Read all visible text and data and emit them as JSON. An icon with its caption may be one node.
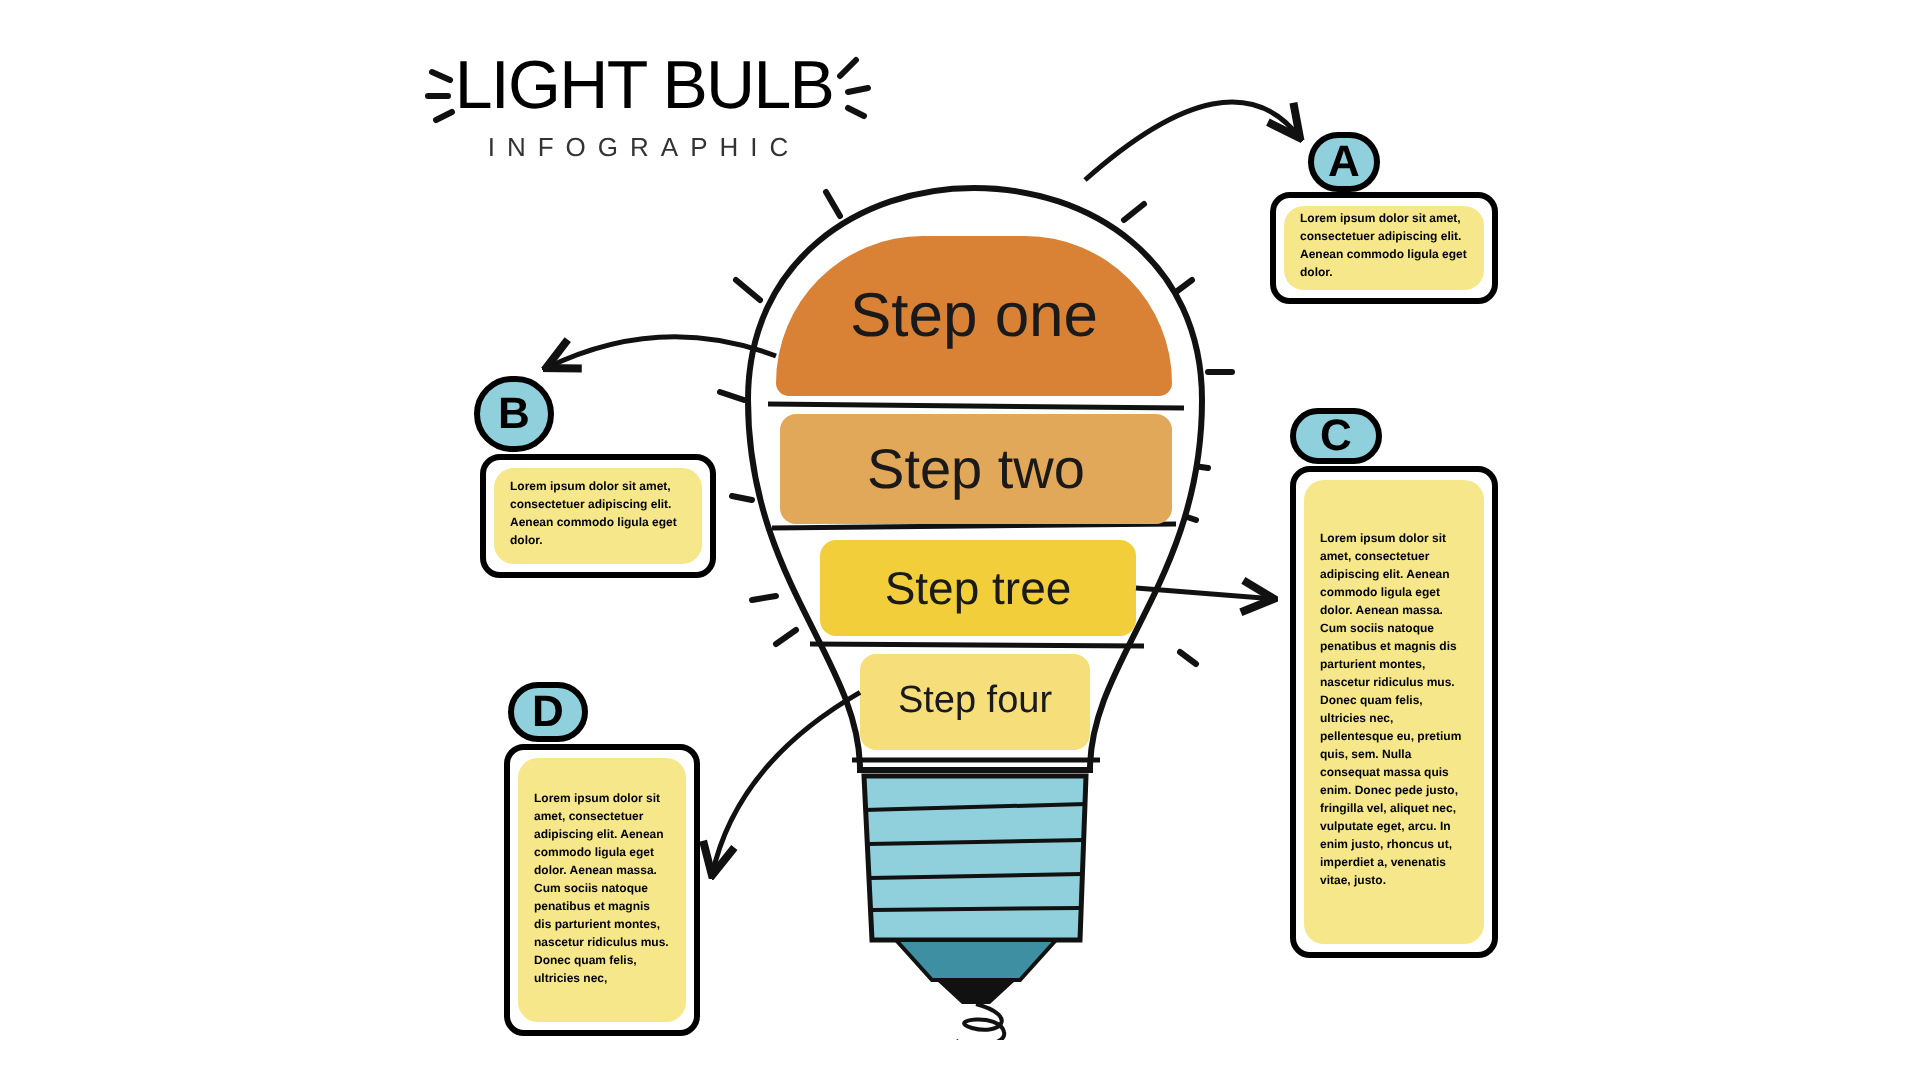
{
  "diagram": {
    "title": "LIGHT BULB",
    "nodes": [
      {
        "text": [],
        "shape": "picture"
      },
      {
        "text": [
          "Step one"
        ],
        "in": 0
      },
      {
        "text": [
          "Step two"
        ],
        "in": 0
      },
      {
        "text": [
          "Step tree"
        ],
        "in": 0
      },
      {
        "text": [
          "Step four"
        ],
        "in": 0
      },
      {
        "text": [
          "A"
        ]
      },
      {
        "text": [
          "Lorem ipsum dolor sit amet, consectetuer adipiscing elit. Aenean commodo ligula eget dolor."
        ]
      },
      {
        "text": [
          "B"
        ]
      },
      {
        "text": [
          "Lorem ipsum dolor sit amet, consectetuer adipiscing elit. Aenean commodo ligula eget dolor."
        ]
      },
      {
        "text": [
          "C"
        ]
      },
      {
        "text": [
          "Lorem ipsum dolor sit amet, consectetuer adipiscing elit. Aenean commodo ligula eget dolor. Aenean massa. Cum sociis natoque penatibus et magnis dis parturient montes, nascetur ridiculus mus. Donec quam felis, ultricies nec, pellentesque eu, pretium quis, sem. Nulla consequat massa quis enim. Donec pede justo, fringilla vel, aliquet nec, vulputate eget, arcu. In enim justo, rhoncus ut, imperdiet a, venenatis vitae, justo."
        ]
      },
      {
        "text": [
          "D"
        ]
      },
      {
        "text": [
          "Lorem ipsum dolor sit amet, consectetuer adipiscing elit. Aenean commodo ligula eget dolor. Aenean massa. Cum sociis natoque penatibus et magnis dis parturient montes, nascetur ridiculus mus. Donec quam felis, ultricies nec,"
        ]
      }
    ],
    "edges": [
      {
        "from": 0,
        "to": 5,
        "arrow": "to"
      },
      {
        "from": 1,
        "to": 7,
        "arrow": "to"
      },
      {
        "from": 3,
        "to": 10,
        "arrow": "to"
      },
      {
        "from": 4,
        "to": 12,
        "arrow": "to"
      }
    ],
    "labels": [
      "INFOGRAPHIC"
    ]
  }
}
